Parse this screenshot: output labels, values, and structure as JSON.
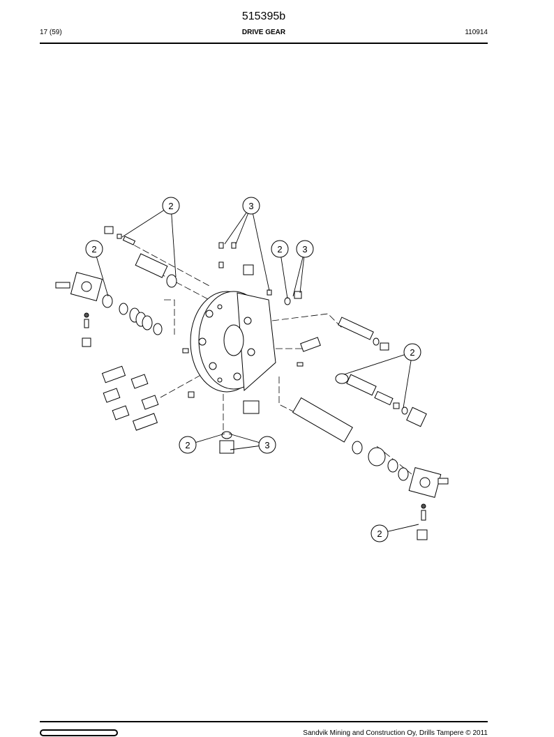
{
  "header": {
    "doc_number": "515395b",
    "page": "17 (59)",
    "section_title": "DRIVE GEAR",
    "date_code": "110914"
  },
  "callouts": [
    "2",
    "3",
    "2",
    "2",
    "3",
    "2",
    "2",
    "3",
    "2"
  ],
  "footer": {
    "copyright": "Sandvik Mining and Construction Oy, Drills Tampere © 2011"
  }
}
